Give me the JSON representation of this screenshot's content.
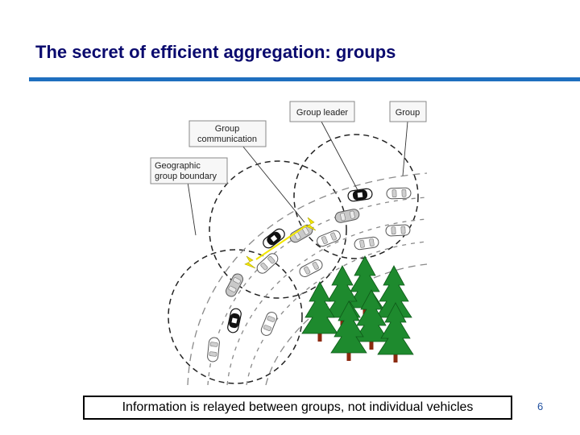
{
  "slide": {
    "title": "The secret of efficient aggregation: groups",
    "caption": "Information is relayed between groups, not individual vehicles",
    "page_number": "6"
  },
  "diagram": {
    "labels": {
      "group_leader": "Group leader",
      "group": "Group",
      "group_communication_line1": "Group",
      "group_communication_line2": "communication",
      "geographic_boundary_line1": "Geographic",
      "geographic_boundary_line2": "group boundary"
    }
  },
  "colors": {
    "title": "#0a0a6e",
    "title_rule": "#1f6fbf",
    "tree_green": "#1e8a2e",
    "tree_trunk": "#8b2a10",
    "signal_yellow": "#f2e600",
    "page_number": "#1f4f9f"
  }
}
